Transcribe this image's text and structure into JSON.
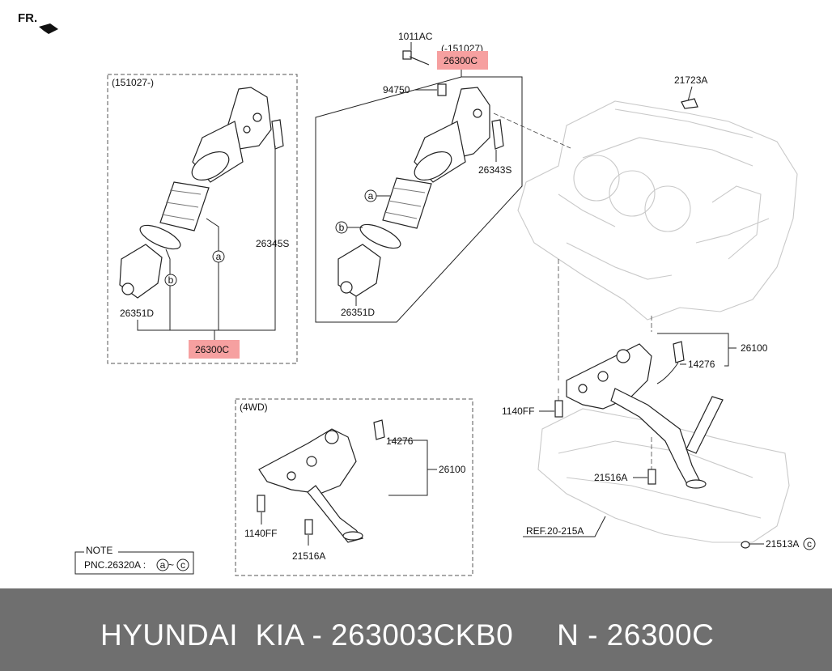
{
  "direction_label": "FR.",
  "left_box": {
    "date_code": "(151027-)",
    "labels": [
      "26345S",
      "26351D",
      "26300C"
    ],
    "callouts": [
      "a",
      "b"
    ]
  },
  "center_box": {
    "date_code": "(-151027)",
    "highlight_label": "26300C",
    "labels": [
      "1011AC",
      "94750",
      "26343S",
      "26351D"
    ],
    "callouts": [
      "a",
      "b"
    ]
  },
  "engine": {
    "labels": [
      "21723A",
      "26100",
      "14276",
      "1140FF",
      "21516A",
      "REF.20-215A",
      "21513A"
    ],
    "callout": "c"
  },
  "awd_box": {
    "title": "(4WD)",
    "labels": [
      "14276",
      "26100",
      "1140FF",
      "21516A"
    ]
  },
  "note": {
    "title": "NOTE",
    "text": "PNC.26320A :",
    "circled_a": "a",
    "tilde": "~",
    "circled_c": "c"
  },
  "footer": {
    "text": "HYUNDAI  KIA - 263003CKB0     N - 26300C"
  },
  "colors": {
    "highlight": "#f6a0a0",
    "footer_bg": "#6f6f6f"
  }
}
